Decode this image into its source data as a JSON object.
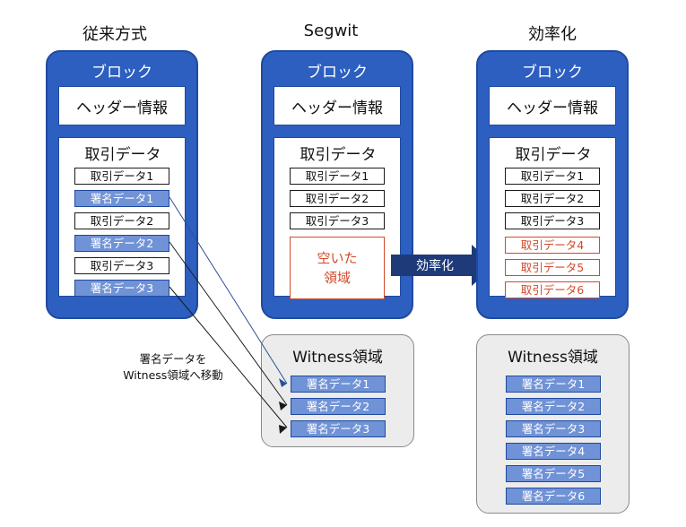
{
  "columns": {
    "legacy": {
      "title": "従来方式",
      "block_label": "ブロック",
      "header_label": "ヘッダー情報",
      "data_label": "取引データ",
      "items": [
        {
          "text": "取引データ1",
          "kind": "tx"
        },
        {
          "text": "署名データ1",
          "kind": "sig"
        },
        {
          "text": "取引データ2",
          "kind": "tx"
        },
        {
          "text": "署名データ2",
          "kind": "sig"
        },
        {
          "text": "取引データ3",
          "kind": "tx"
        },
        {
          "text": "署名データ3",
          "kind": "sig"
        }
      ]
    },
    "segwit": {
      "title": "Segwit",
      "block_label": "ブロック",
      "header_label": "ヘッダー情報",
      "data_label": "取引データ",
      "items": [
        "取引データ1",
        "取引データ2",
        "取引データ3"
      ],
      "empty_label": "空いた\n領域",
      "witness_title": "Witness領域",
      "witness_items": [
        "署名データ1",
        "署名データ2",
        "署名データ3"
      ]
    },
    "efficient": {
      "title": "効率化",
      "block_label": "ブロック",
      "header_label": "ヘッダー情報",
      "data_label": "取引データ",
      "items": [
        "取引データ1",
        "取引データ2",
        "取引データ3"
      ],
      "new_items": [
        "取引データ4",
        "取引データ5",
        "取引データ6"
      ],
      "witness_title": "Witness領域",
      "witness_items": [
        "署名データ1",
        "署名データ2",
        "署名データ3",
        "署名データ4",
        "署名データ5",
        "署名データ6"
      ]
    }
  },
  "move_note": "署名データを\nWitness領域へ移動",
  "arrow_label": "効率化",
  "colors": {
    "block": "#2d5fc1",
    "signature": "#7092d6",
    "highlight": "#d14a2b",
    "arrow": "#1e3a78"
  }
}
